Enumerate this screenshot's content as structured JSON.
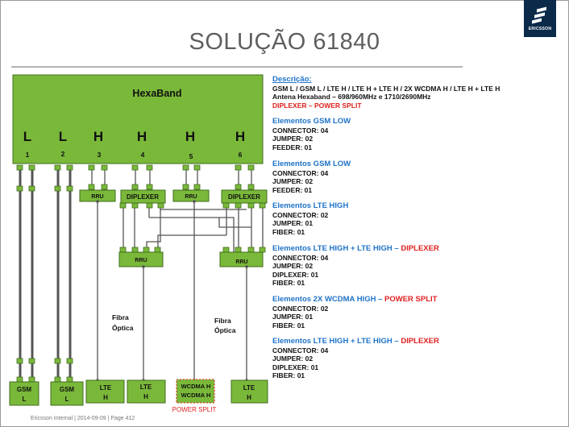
{
  "title": "SOLUÇÃO 61840",
  "logo": {
    "text": "ERICSSON",
    "icon": "ericsson-logo-icon"
  },
  "colors": {
    "green": "#7ab83a",
    "dark_green": "#3f6e1c",
    "blue": "#1f73c8",
    "red": "#e02020",
    "cable": "#555555"
  },
  "diagram": {
    "antenna": {
      "name": "HexaBand",
      "bands": [
        "L",
        "L",
        "H",
        "H",
        "H",
        "H"
      ],
      "ports": [
        "1",
        "2",
        "3",
        "4",
        "5",
        "6"
      ]
    },
    "boxes": {
      "rru_top_left": "RRU",
      "diplexer_left": "DIPLEXER",
      "rru_top_right": "RRU",
      "diplexer_right": "DIPLEXER",
      "rru_mid_left": "RRU",
      "rru_mid_right": "RRU"
    },
    "fiber_label_1": "Fibra",
    "fiber_label_2": "Óptica",
    "bottom_units": [
      {
        "line1": "GSM",
        "line2": "L"
      },
      {
        "line1": "GSM",
        "line2": "L"
      },
      {
        "line1": "LTE",
        "line2": "H"
      },
      {
        "line1": "LTE",
        "line2": "H"
      },
      {
        "line1": "WCDMA H",
        "line2": "WCDMA H"
      },
      {
        "line1": "LTE",
        "line2": "H"
      }
    ],
    "power_split_label": "POWER SPLIT"
  },
  "info": {
    "desc_title": "Descrição:",
    "desc_line1": "GSM L / GSM L / LTE H / LTE H + LTE H / 2X WCDMA H / LTE H + LTE H",
    "desc_line2": "Antena Hexaband – 698/960MHz  e  1710/2690MHz",
    "desc_line3": "DIPLEXER – POWER SPLIT",
    "sections": [
      {
        "title": "Elementos GSM LOW",
        "title_red": "",
        "lines": [
          "CONNECTOR: 04",
          "JUMPER: 02",
          "FEEDER: 01"
        ]
      },
      {
        "title": "Elementos GSM LOW",
        "title_red": "",
        "lines": [
          "CONNECTOR: 04",
          "JUMPER: 02",
          "FEEDER: 01"
        ]
      },
      {
        "title": "Elementos LTE HIGH",
        "title_red": "",
        "lines": [
          "CONNECTOR: 02",
          "JUMPER: 01",
          "FIBER: 01"
        ]
      },
      {
        "title": "Elementos LTE HIGH + LTE HIGH – ",
        "title_red": "DIPLEXER",
        "lines": [
          "CONNECTOR: 04",
          "JUMPER: 02",
          "DIPLEXER: 01",
          "FIBER: 01"
        ]
      },
      {
        "title": "Elementos 2X WCDMA HIGH – ",
        "title_red": "POWER SPLIT",
        "lines": [
          "CONNECTOR: 02",
          "JUMPER: 01",
          "FIBER: 01"
        ]
      },
      {
        "title": "Elementos LTE HIGH + LTE HIGH – ",
        "title_red": "DIPLEXER",
        "lines": [
          "CONNECTOR: 04",
          "JUMPER: 02",
          "DIPLEXER: 01",
          "FIBER: 01"
        ]
      }
    ]
  },
  "footer": "Ericsson Internal  |  2014-09-09  |  Page 412"
}
